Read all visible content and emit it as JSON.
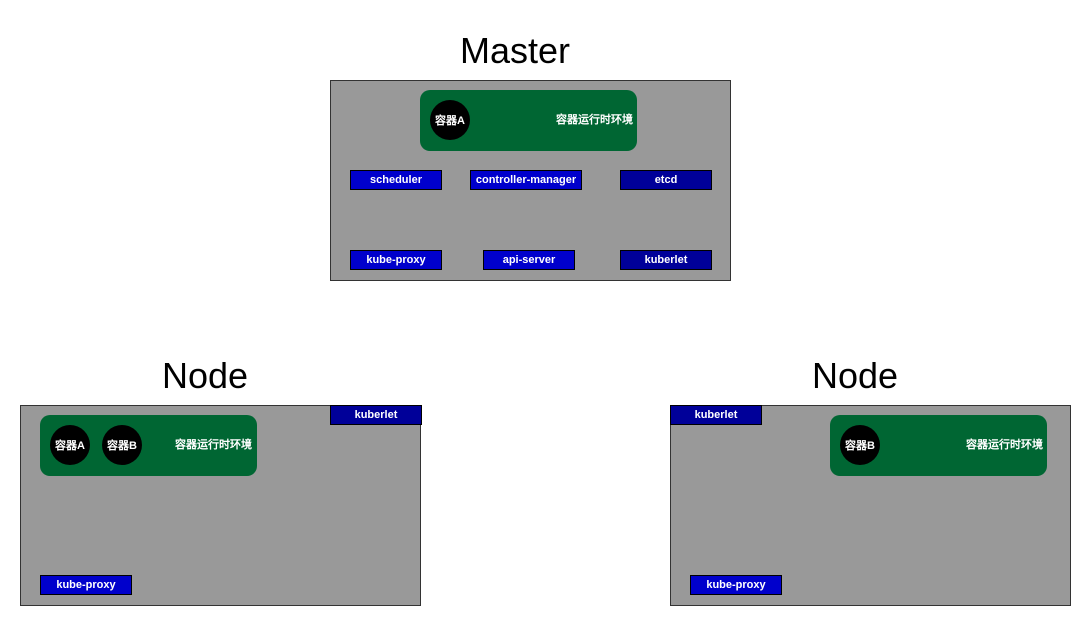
{
  "colors": {
    "panel_bg": "#999999",
    "runtime_bg": "#006633",
    "container_bg": "#000000",
    "component_blue": "#0000CC",
    "component_dark": "#000099",
    "text_white": "#ffffff"
  },
  "master": {
    "title": "Master",
    "runtime": {
      "label": "容器运行时环境",
      "containers": [
        "容器A"
      ]
    },
    "components": {
      "scheduler": "scheduler",
      "controller_manager": "controller-manager",
      "etcd": "etcd",
      "kube_proxy": "kube-proxy",
      "api_server": "api-server",
      "kuberlet": "kuberlet"
    }
  },
  "node_left": {
    "title": "Node",
    "runtime": {
      "label": "容器运行时环境",
      "containers": [
        "容器A",
        "容器B"
      ]
    },
    "components": {
      "kuberlet": "kuberlet",
      "kube_proxy": "kube-proxy"
    }
  },
  "node_right": {
    "title": "Node",
    "runtime": {
      "label": "容器运行时环境",
      "containers": [
        "容器B"
      ]
    },
    "components": {
      "kuberlet": "kuberlet",
      "kube_proxy": "kube-proxy"
    }
  }
}
